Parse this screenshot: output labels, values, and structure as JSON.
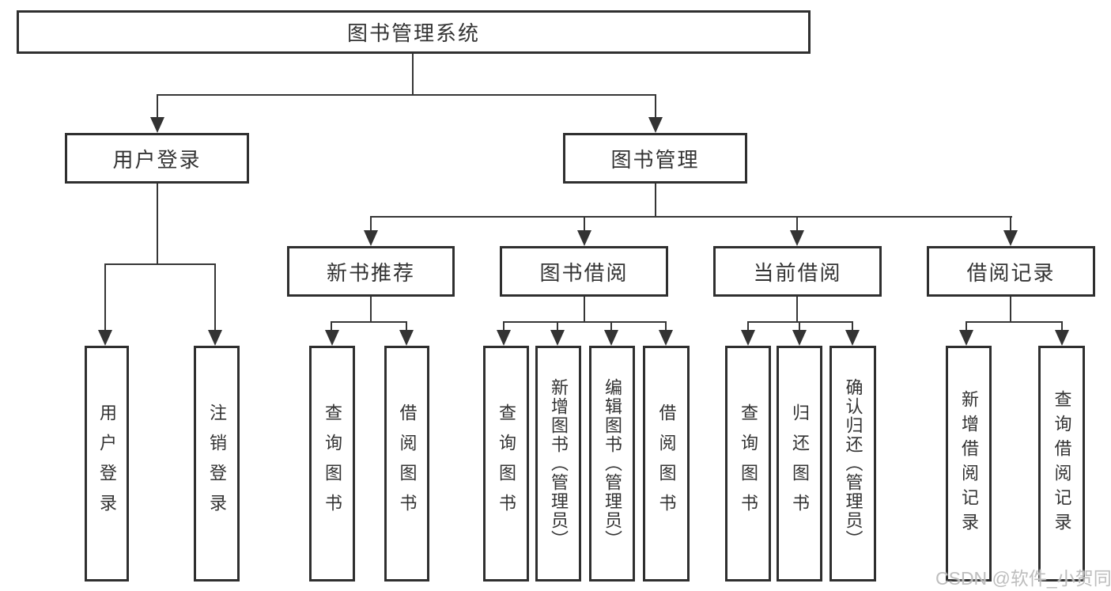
{
  "tree": {
    "label": "图书管理系统",
    "children": [
      {
        "label": "用户登录",
        "children": [
          {
            "label": "用户登录"
          },
          {
            "label": "注销登录"
          }
        ]
      },
      {
        "label": "图书管理",
        "children": [
          {
            "label": "新书推荐",
            "children": [
              {
                "label": "查询图书"
              },
              {
                "label": "借阅图书"
              }
            ]
          },
          {
            "label": "图书借阅",
            "children": [
              {
                "label": "查询图书"
              },
              {
                "label": "新增图书（管理员）"
              },
              {
                "label": "编辑图书（管理员）"
              },
              {
                "label": "借阅图书"
              }
            ]
          },
          {
            "label": "当前借阅",
            "children": [
              {
                "label": "查询图书"
              },
              {
                "label": "归还图书"
              },
              {
                "label": "确认归还（管理员）"
              }
            ]
          },
          {
            "label": "借阅记录",
            "children": [
              {
                "label": "新增借阅记录"
              },
              {
                "label": "查询借阅记录"
              }
            ]
          }
        ]
      }
    ]
  },
  "watermark": "CSDN @软件_小贺同学",
  "colors": {
    "line": "#363636",
    "border": "#2f2f2f",
    "text": "#333333",
    "background": "#ffffff",
    "watermark": "#bbbbbb"
  }
}
